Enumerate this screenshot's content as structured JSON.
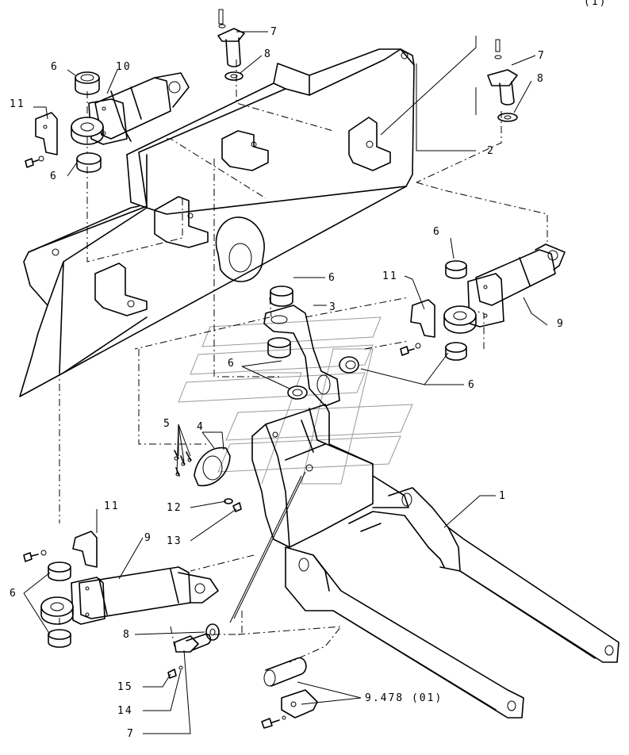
{
  "header": {
    "corner_mark": "(1)"
  },
  "labels": {
    "l6a": "6",
    "l10": "10",
    "l7a": "7",
    "l8a": "8",
    "l7b": "7",
    "l8b": "8",
    "l11a": "11",
    "l6b": "6",
    "l2": "2",
    "l6c": "6",
    "l6d": "6",
    "l11b": "11",
    "l3": "3",
    "l9a": "9",
    "l6e": "6",
    "l6f": "6",
    "l5": "5",
    "l4": "4",
    "l1": "1",
    "l12": "12",
    "l13": "13",
    "l11c": "11",
    "l9b": "9",
    "l6g": "6",
    "l8c": "8",
    "l15": "15",
    "l14": "14",
    "l7c": "7",
    "lref": "9.478 (01)"
  }
}
